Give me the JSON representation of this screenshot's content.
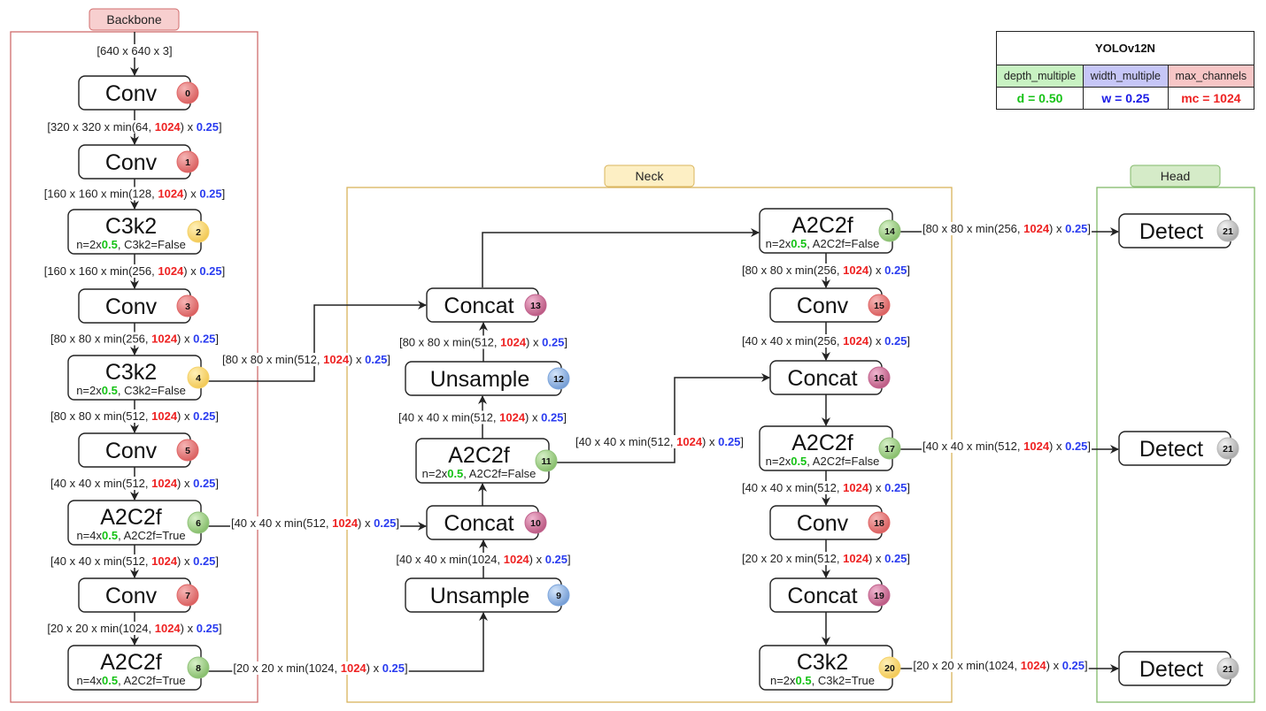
{
  "params_table": {
    "title": "YOLOv12N",
    "headers": [
      {
        "label": "depth_multiple",
        "bg": "#c8f2c2"
      },
      {
        "label": "width_multiple",
        "bg": "#c6c6f7"
      },
      {
        "label": "max_channels",
        "bg": "#f7c6c6"
      }
    ],
    "values": [
      {
        "label": "d = 0.50",
        "color": "#16c216"
      },
      {
        "label": "w = 0.25",
        "color": "#1a1ae6"
      },
      {
        "label": "mc = 1024",
        "color": "#ee2222"
      }
    ]
  },
  "groups": [
    {
      "id": "backbone",
      "label": "Backbone",
      "stroke": "#d06c6c",
      "tab_fill": "#f7cfcf",
      "tab_stroke": "#d06c6c"
    },
    {
      "id": "neck",
      "label": "Neck",
      "stroke": "#d9b45c",
      "tab_fill": "#fdefc4",
      "tab_stroke": "#d9b45c"
    },
    {
      "id": "head",
      "label": "Head",
      "stroke": "#82b96a",
      "tab_fill": "#d5ebc8",
      "tab_stroke": "#82b96a"
    }
  ],
  "badge_colors": {
    "conv": "#e06666",
    "c3k2": "#f6d36b",
    "a2c2f": "#93c47d",
    "concat": "#c2648f",
    "upsample": "#7ea6dc",
    "detect": "#b7b7b7"
  },
  "scale": {
    "red": "1024",
    "blue": "0.25",
    "green": "0.5"
  },
  "input_label": "[640 x 640 x 3]",
  "nodes": [
    {
      "id": 0,
      "title": "Conv",
      "kind": "conv"
    },
    {
      "id": 1,
      "title": "Conv",
      "kind": "conv"
    },
    {
      "id": 2,
      "title": "C3k2",
      "kind": "c3k2",
      "sub": {
        "n": "2",
        "flag": "C3k2=False"
      }
    },
    {
      "id": 3,
      "title": "Conv",
      "kind": "conv"
    },
    {
      "id": 4,
      "title": "C3k2",
      "kind": "c3k2",
      "sub": {
        "n": "2",
        "flag": "C3k2=False"
      }
    },
    {
      "id": 5,
      "title": "Conv",
      "kind": "conv"
    },
    {
      "id": 6,
      "title": "A2C2f",
      "kind": "a2c2f",
      "sub": {
        "n": "4",
        "flag": "A2C2f=True"
      }
    },
    {
      "id": 7,
      "title": "Conv",
      "kind": "conv"
    },
    {
      "id": 8,
      "title": "A2C2f",
      "kind": "a2c2f",
      "sub": {
        "n": "4",
        "flag": "A2C2f=True"
      }
    },
    {
      "id": 9,
      "title": "Unsample",
      "kind": "upsample"
    },
    {
      "id": 10,
      "title": "Concat",
      "kind": "concat"
    },
    {
      "id": 11,
      "title": "A2C2f",
      "kind": "a2c2f",
      "sub": {
        "n": "2",
        "flag": "A2C2f=False"
      }
    },
    {
      "id": 12,
      "title": "Unsample",
      "kind": "upsample"
    },
    {
      "id": 13,
      "title": "Concat",
      "kind": "concat"
    },
    {
      "id": 14,
      "title": "A2C2f",
      "kind": "a2c2f",
      "sub": {
        "n": "2",
        "flag": "A2C2f=False"
      }
    },
    {
      "id": 15,
      "title": "Conv",
      "kind": "conv"
    },
    {
      "id": 16,
      "title": "Concat",
      "kind": "concat"
    },
    {
      "id": 17,
      "title": "A2C2f",
      "kind": "a2c2f",
      "sub": {
        "n": "2",
        "flag": "A2C2f=False"
      }
    },
    {
      "id": 18,
      "title": "Conv",
      "kind": "conv"
    },
    {
      "id": 19,
      "title": "Concat",
      "kind": "concat"
    },
    {
      "id": 20,
      "title": "C3k2",
      "kind": "c3k2",
      "sub": {
        "n": "2",
        "flag": "C3k2=True"
      }
    },
    {
      "id": "21a",
      "title": "Detect",
      "kind": "detect",
      "badge": "21"
    },
    {
      "id": "21b",
      "title": "Detect",
      "kind": "detect",
      "badge": "21"
    },
    {
      "id": "21c",
      "title": "Detect",
      "kind": "detect",
      "badge": "21"
    }
  ],
  "edges": [
    {
      "from": "in",
      "to": 0,
      "dims": null
    },
    {
      "from": 0,
      "to": 1,
      "dims": {
        "hw": "320 x 320",
        "c": "64"
      }
    },
    {
      "from": 1,
      "to": 2,
      "dims": {
        "hw": "160 x 160",
        "c": "128"
      }
    },
    {
      "from": 2,
      "to": 3,
      "dims": {
        "hw": "160 x 160",
        "c": "256"
      }
    },
    {
      "from": 3,
      "to": 4,
      "dims": {
        "hw": "80 x 80",
        "c": "256"
      }
    },
    {
      "from": 4,
      "to": 5,
      "dims": {
        "hw": "80 x 80",
        "c": "512"
      }
    },
    {
      "from": 5,
      "to": 6,
      "dims": {
        "hw": "40 x 40",
        "c": "512"
      }
    },
    {
      "from": 6,
      "to": 7,
      "dims": {
        "hw": "40 x 40",
        "c": "512"
      }
    },
    {
      "from": 7,
      "to": 8,
      "dims": {
        "hw": "20 x 20",
        "c": "1024"
      }
    },
    {
      "from": 4,
      "to": 13,
      "dims": {
        "hw": "80 x 80",
        "c": "512"
      }
    },
    {
      "from": 6,
      "to": 10,
      "dims": {
        "hw": "40 x 40",
        "c": "512"
      }
    },
    {
      "from": 8,
      "to": 9,
      "dims": {
        "hw": "20 x 20",
        "c": "1024"
      }
    },
    {
      "from": 9,
      "to": 10,
      "dims": {
        "hw": "40 x 40",
        "c": "1024"
      }
    },
    {
      "from": 10,
      "to": 11,
      "dims": null
    },
    {
      "from": 11,
      "to": 12,
      "dims": {
        "hw": "40 x 40",
        "c": "512"
      }
    },
    {
      "from": 12,
      "to": 13,
      "dims": {
        "hw": "80 x 80",
        "c": "512"
      }
    },
    {
      "from": 11,
      "to": 16,
      "dims": {
        "hw": "40 x 40",
        "c": "512"
      }
    },
    {
      "from": 13,
      "to": 14,
      "dims": null
    },
    {
      "from": 14,
      "to": 15,
      "dims": {
        "hw": "80 x 80",
        "c": "256"
      }
    },
    {
      "from": 15,
      "to": 16,
      "dims": {
        "hw": "40 x 40",
        "c": "256"
      }
    },
    {
      "from": 16,
      "to": 17,
      "dims": null
    },
    {
      "from": 17,
      "to": 18,
      "dims": {
        "hw": "40 x 40",
        "c": "512"
      }
    },
    {
      "from": 18,
      "to": 19,
      "dims": {
        "hw": "20 x 20",
        "c": "512"
      }
    },
    {
      "from": 19,
      "to": 20,
      "dims": null
    },
    {
      "from": 14,
      "to": "21a",
      "dims": {
        "hw": "80 x 80",
        "c": "256"
      }
    },
    {
      "from": 17,
      "to": "21b",
      "dims": {
        "hw": "40 x 40",
        "c": "512"
      }
    },
    {
      "from": 20,
      "to": "21c",
      "dims": {
        "hw": "20 x 20",
        "c": "1024"
      }
    }
  ]
}
